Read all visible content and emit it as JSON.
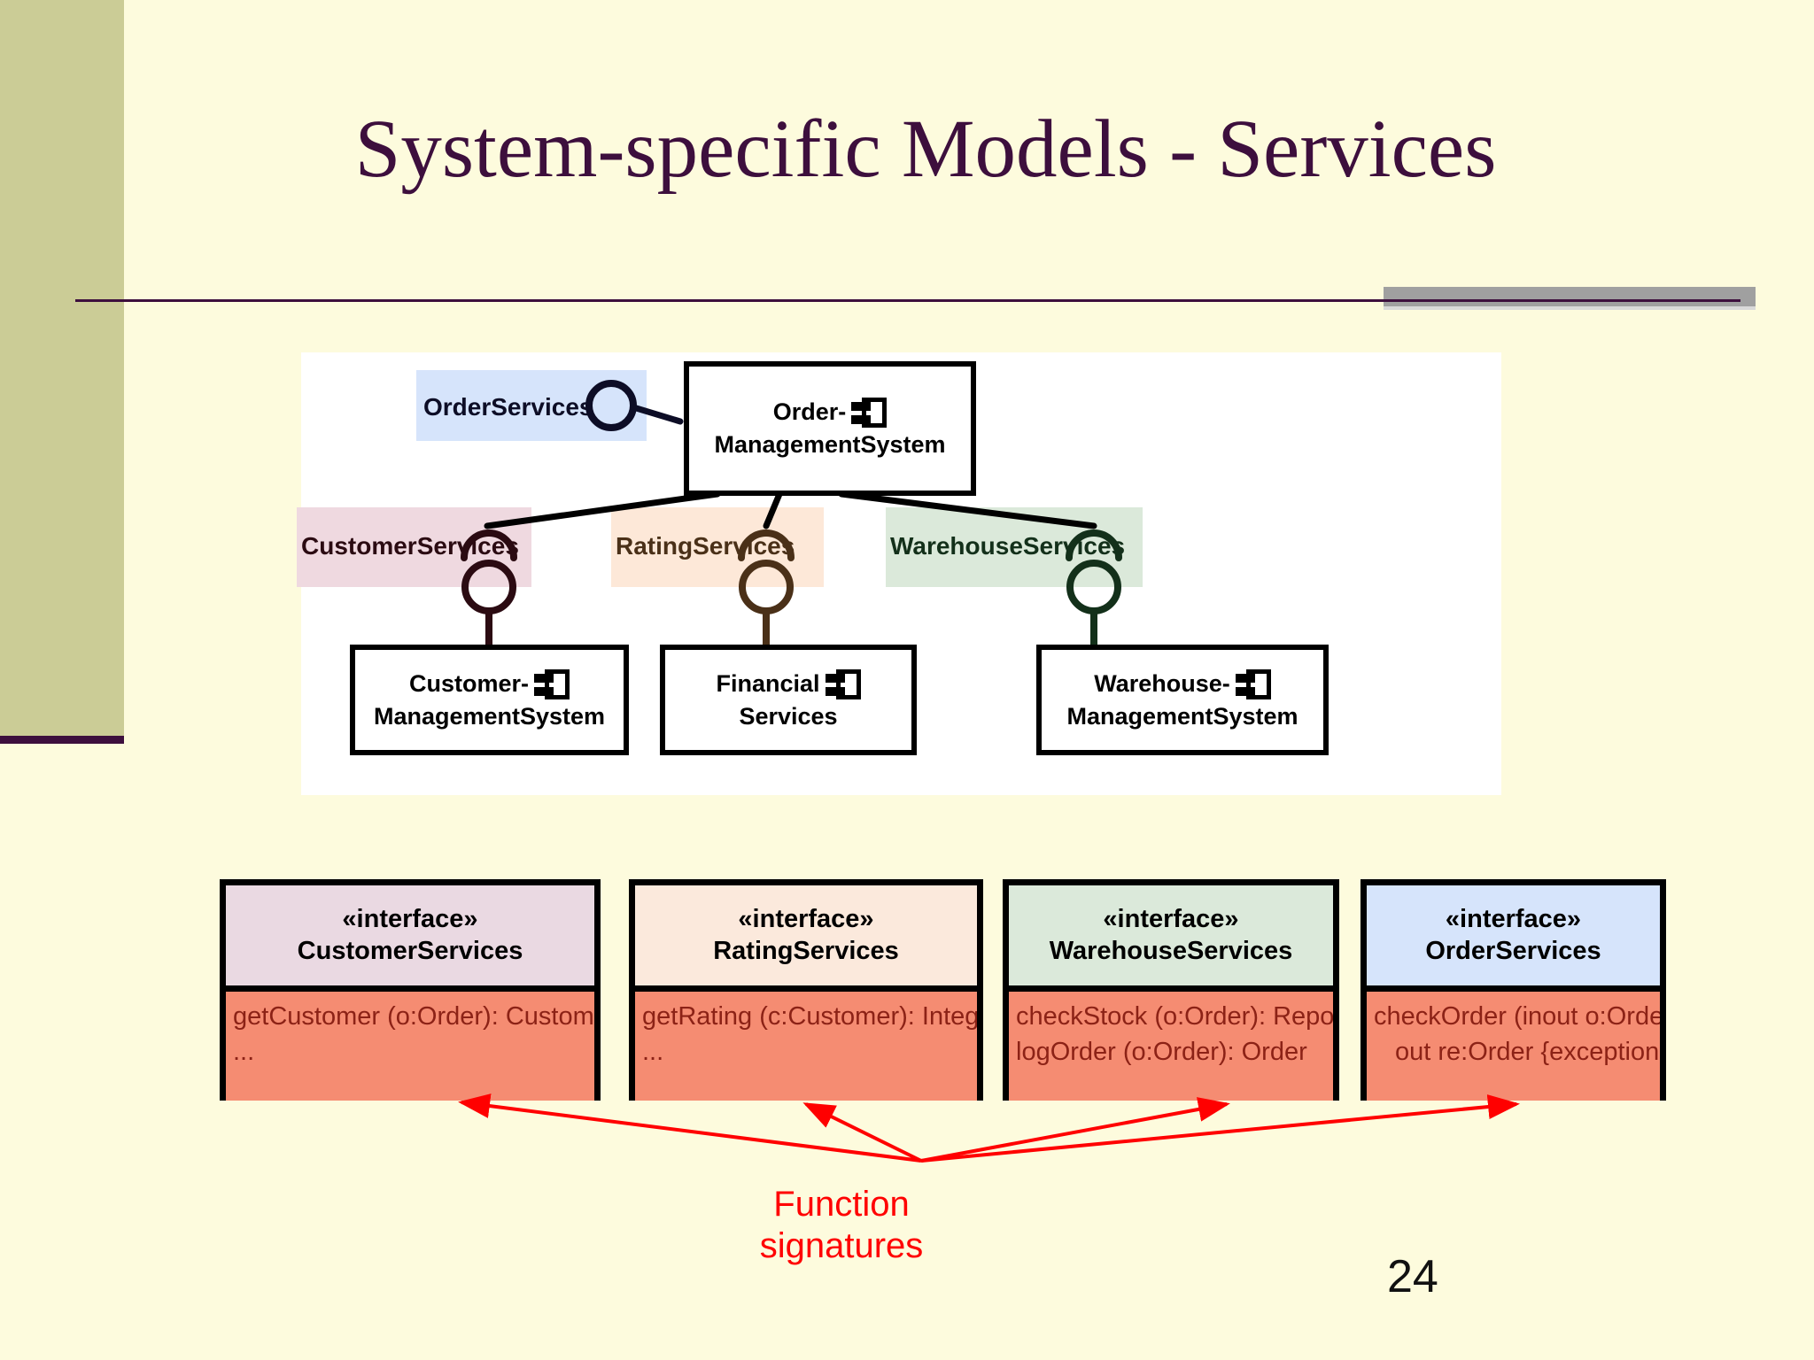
{
  "slide": {
    "title": "System-specific Models - Services",
    "page_number": "24",
    "accent_color": "#3d0f3d",
    "background_color": "#fdfbdd",
    "sidebar_color": "#cbcc96"
  },
  "component_diagram": {
    "top_component": {
      "label_line1": "Order-",
      "label_line2": "ManagementSystem",
      "icon": "uml-component-icon"
    },
    "top_interface": {
      "name": "OrderServices",
      "highlight_color": "#d6e4fb"
    },
    "services": [
      {
        "name": "CustomerServices",
        "highlight_color": "#efd9e0",
        "component_line1": "Customer-",
        "component_line2": "ManagementSystem"
      },
      {
        "name": "RatingServices",
        "highlight_color": "#fde8d8",
        "component_line1": "Financial",
        "component_line2": "Services"
      },
      {
        "name": "WarehouseServices",
        "highlight_color": "#dbe9da",
        "component_line1": "Warehouse-",
        "component_line2": "ManagementSystem"
      }
    ]
  },
  "interfaces": [
    {
      "stereotype": "«interface»",
      "name": "CustomerServices",
      "header_color": "#ead9e2",
      "ops_color": "#f58c72",
      "operations": [
        "getCustomer (o:Order): Customer",
        "..."
      ]
    },
    {
      "stereotype": "«interface»",
      "name": "RatingServices",
      "header_color": "#fbe9dc",
      "ops_color": "#f58c72",
      "operations": [
        "getRating (c:Customer): Integer",
        "..."
      ]
    },
    {
      "stereotype": "«interface»",
      "name": "WarehouseServices",
      "header_color": "#dbe9da",
      "ops_color": "#f58c72",
      "operations": [
        "checkStock (o:Order): Report",
        "logOrder (o:Order): Order"
      ]
    },
    {
      "stereotype": "«interface»",
      "name": "OrderServices",
      "header_color": "#d6e4fb",
      "ops_color": "#f58c72",
      "operations": [
        "checkOrder (inout o:Order;",
        "out re:Order {exception"
      ]
    }
  ],
  "annotation": {
    "label_line1": "Function",
    "label_line2": "signatures",
    "color": "#ff0000"
  }
}
